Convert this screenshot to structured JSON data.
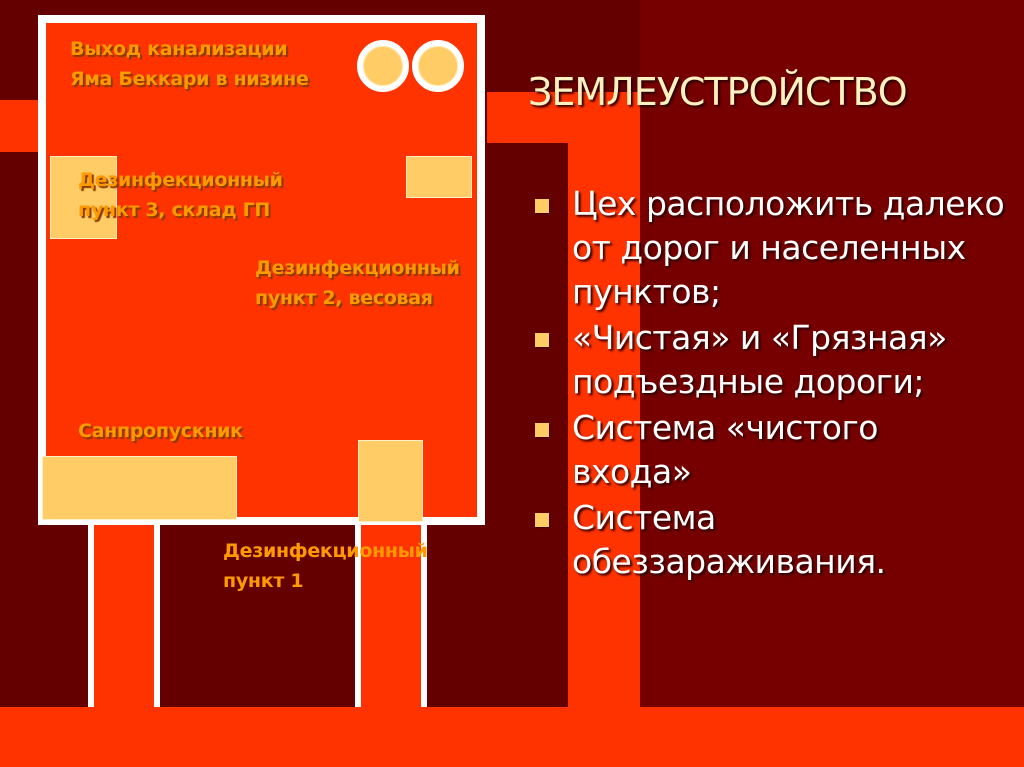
{
  "slide": {
    "title": "ЗЕМЛЕУСТРОЙСТВО",
    "bullets": [
      "Цех расположить далеко от дорог и населенных пунктов;",
      "«Чистая» и «Грязная» подъездные дороги;",
      "Система «чистого входа»",
      "Система обеззараживания."
    ]
  },
  "diagram": {
    "labels": {
      "sewer_exit_line1": "Выход канализации",
      "sewer_exit_line2": "Яма Беккари в низине",
      "disinfection_3_line1": "Дезинфекционный",
      "disinfection_3_line2": "пункт 3, склад ГП",
      "disinfection_2_line1": "Дезинфекционный",
      "disinfection_2_line2": "пункт 2, весовая",
      "sanitary_checkpoint": "Санпропускник",
      "disinfection_1_line1": "Дезинфекционный",
      "disinfection_1_line2": "пункт 1"
    },
    "colors": {
      "background_dark": "#650000",
      "background_right": "#760000",
      "site_fill": "#ff3300",
      "site_border": "#ffffff",
      "building_fill": "#ffcc66",
      "label_text": "#ff9900",
      "title_text": "#fff2c0",
      "bullet_text": "#ffffff"
    }
  }
}
